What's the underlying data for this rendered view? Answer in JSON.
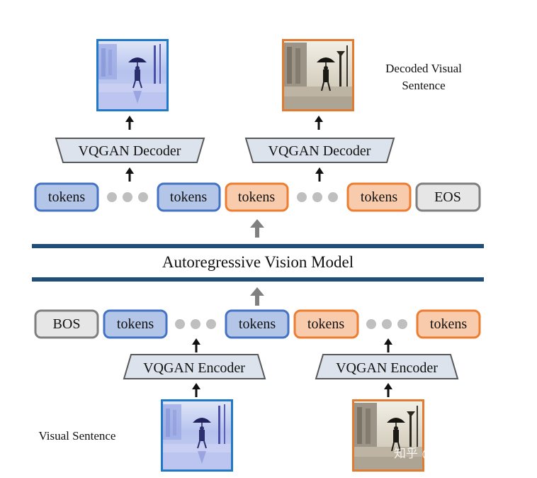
{
  "colors": {
    "blue_fill": "#b4c6e7",
    "blue_stroke": "#4472c4",
    "orange_fill": "#f8cbad",
    "orange_stroke": "#ed7d31",
    "gray_fill": "#e7e6e6",
    "gray_stroke": "#7f7f7f",
    "trapezoid_fill": "#dce3ec",
    "trapezoid_stroke": "#595959",
    "bar": "#1f4e79",
    "dot": "#bfbfbf",
    "arrow": "#111111",
    "gray_arrow": "#808080"
  },
  "model": {
    "title": "Autoregressive Vision Model"
  },
  "top": {
    "caption_line1": "Decoded Visual",
    "caption_line2": "Sentence",
    "decoder_left_label": "VQGAN Decoder",
    "decoder_right_label": "VQGAN Decoder",
    "tokens": [
      "tokens",
      "tokens",
      "tokens",
      "tokens",
      "EOS"
    ]
  },
  "bottom": {
    "caption": "Visual Sentence",
    "encoder_left_label": "VQGAN Encoder",
    "encoder_right_label": "VQGAN Encoder",
    "tokens": [
      "BOS",
      "tokens",
      "tokens",
      "tokens",
      "tokens"
    ]
  },
  "watermark": "知乎 @vasgaowei",
  "icons": {
    "up_arrow": "arrow-up-icon",
    "ellipsis": "ellipsis-dots-icon",
    "image_blue": "umbrella-figure-blue-image",
    "image_sepia": "umbrella-figure-sepia-image"
  }
}
